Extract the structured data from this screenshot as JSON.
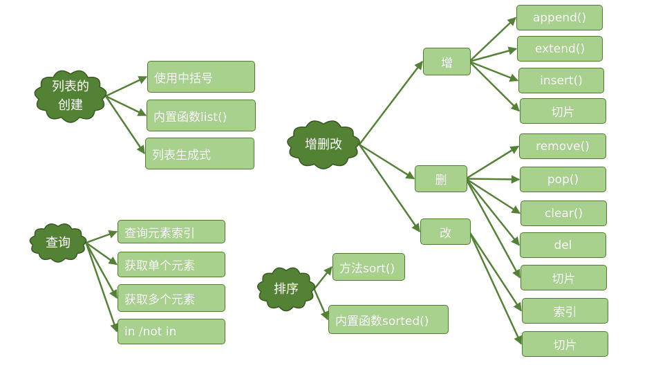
{
  "colors": {
    "line": "#548235",
    "box_fill": "#a9d18e",
    "box_border": "#4e7a2c",
    "cloud_fill": "#548235",
    "cloud_border": "#375623",
    "text": "#ffffff"
  },
  "nodes": {
    "create": "列表的\n创建",
    "create_brackets": "使用中括号",
    "create_list_func": "内置函数list()",
    "create_comprehension": "列表生成式",
    "query": "查询",
    "query_index": "查询元素索引",
    "query_single": "获取单个元素",
    "query_multi": "获取多个元素",
    "query_in": "in  /not in",
    "crud": "增删改",
    "add": "增",
    "add_append": "append()",
    "add_extend": "extend()",
    "add_insert": "insert()",
    "add_slice": "切片",
    "del": "删",
    "del_remove": "remove()",
    "del_pop": "pop()",
    "del_clear": "clear()",
    "del_del": "del",
    "del_slice": "切片",
    "mod": "改",
    "mod_index": "索引",
    "mod_slice": "切片",
    "sort": "排序",
    "sort_method": "方法sort()",
    "sort_sorted": "内置函数sorted()"
  },
  "edges": [
    [
      "create",
      "create_brackets"
    ],
    [
      "create",
      "create_list_func"
    ],
    [
      "create",
      "create_comprehension"
    ],
    [
      "query",
      "query_index"
    ],
    [
      "query",
      "query_single"
    ],
    [
      "query",
      "query_multi"
    ],
    [
      "query",
      "query_in"
    ],
    [
      "crud",
      "add"
    ],
    [
      "crud",
      "del"
    ],
    [
      "crud",
      "mod"
    ],
    [
      "add",
      "add_append"
    ],
    [
      "add",
      "add_extend"
    ],
    [
      "add",
      "add_insert"
    ],
    [
      "add",
      "add_slice"
    ],
    [
      "del",
      "del_remove"
    ],
    [
      "del",
      "del_pop"
    ],
    [
      "del",
      "del_clear"
    ],
    [
      "del",
      "del_del"
    ],
    [
      "del",
      "del_slice"
    ],
    [
      "mod",
      "mod_index"
    ],
    [
      "mod",
      "mod_slice"
    ],
    [
      "sort",
      "sort_method"
    ],
    [
      "sort",
      "sort_sorted"
    ]
  ]
}
